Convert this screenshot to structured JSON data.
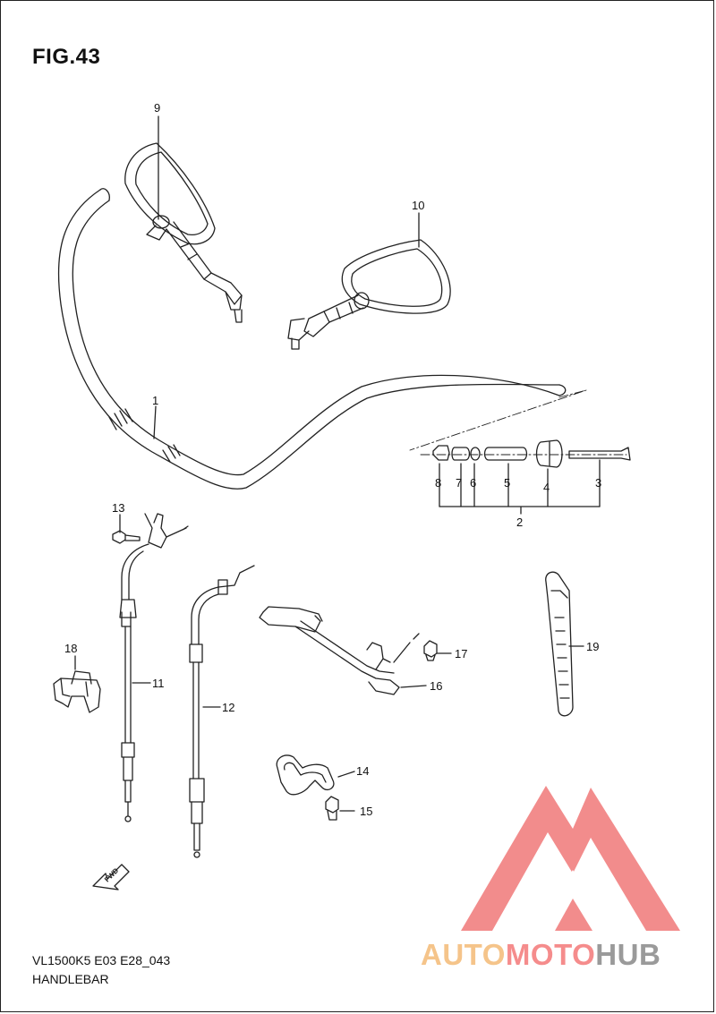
{
  "figure": {
    "title": "FIG.43",
    "model_code": "VL1500K5 E03 E28_043",
    "section_name": "HANDLEBAR"
  },
  "callouts": [
    "1",
    "2",
    "3",
    "4",
    "5",
    "6",
    "7",
    "8",
    "9",
    "10",
    "11",
    "12",
    "13",
    "14",
    "15",
    "16",
    "17",
    "18",
    "19"
  ],
  "badges": {
    "fwd": "FWD"
  },
  "watermark": {
    "parts": [
      "AUTO",
      "MOTO",
      "HUB"
    ],
    "colors": {
      "auto": "#f5c48a",
      "moto": "#f58c8c",
      "hub": "#9a9a9a",
      "logo": "#f07878"
    }
  },
  "colors": {
    "line": "#222222",
    "background": "#ffffff"
  }
}
